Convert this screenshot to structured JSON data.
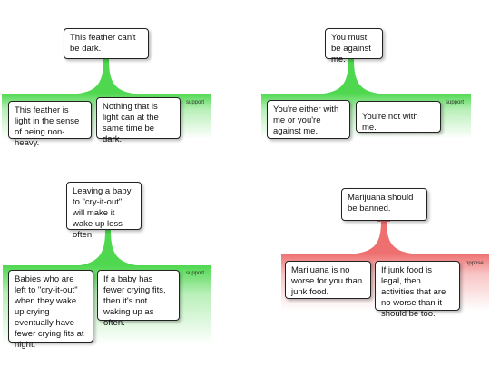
{
  "arguments": [
    {
      "claim": "This feather can't be dark.",
      "relation": "support",
      "premises": [
        "This feather is light in the sense of being non-heavy.",
        "Nothing that is light can at the same time be dark."
      ]
    },
    {
      "claim": "You must be against me.",
      "relation": "support",
      "premises": [
        "You're either with me or you're against me.",
        "You're not with me."
      ]
    },
    {
      "claim": "Leaving a baby to \"cry-it-out\" will make it wake up less often.",
      "relation": "support",
      "premises": [
        "Babies who are left to \"cry-it-out\" when they wake up crying eventually have fewer crying fits at night.",
        "If a baby has fewer crying fits, then it's not waking up as often."
      ]
    },
    {
      "claim": "Marijuana should be banned.",
      "relation": "oppose",
      "premises": [
        "Marijuana is no worse for you than junk food.",
        "If junk food is legal, then activities that are no worse than it should be too."
      ]
    }
  ],
  "colors": {
    "support": "#4fd84f",
    "oppose": "#f08080"
  }
}
